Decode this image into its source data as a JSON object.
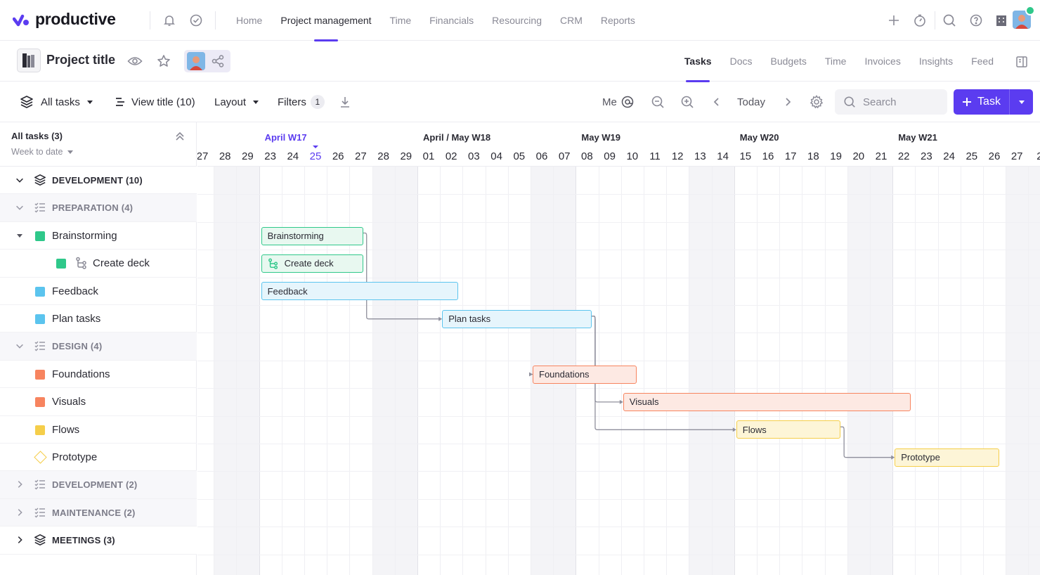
{
  "app": {
    "logo_text": "productive",
    "nav": [
      "Home",
      "Project management",
      "Time",
      "Financials",
      "Resourcing",
      "CRM",
      "Reports"
    ],
    "nav_active": "Project management",
    "top_icons": [
      "bell-icon",
      "check-circle-icon",
      "plus-icon",
      "timer-icon",
      "search-icon",
      "help-icon",
      "building-icon",
      "avatar"
    ]
  },
  "project": {
    "title": "Project title",
    "tabs": [
      "Tasks",
      "Docs",
      "Budgets",
      "Time",
      "Invoices",
      "Insights",
      "Feed"
    ],
    "active_tab": "Tasks"
  },
  "toolbar": {
    "all_tasks": "All tasks",
    "view_title": "View title (10)",
    "layout": "Layout",
    "filters": "Filters",
    "filters_count": "1",
    "me": "Me",
    "today": "Today",
    "search_placeholder": "Search",
    "task_button": "Task"
  },
  "left_panel": {
    "title": "All tasks (3)",
    "subtitle": "Week to date",
    "rows": [
      {
        "type": "group",
        "label": "DEVELOPMENT (10)",
        "expanded": true
      },
      {
        "type": "subgroup",
        "label": "PREPARATION (4)",
        "expanded": true
      },
      {
        "type": "task",
        "label": "Brainstorming",
        "color": "#2fc88a",
        "expanded": true
      },
      {
        "type": "subtask",
        "label": "Create deck",
        "color": "#2fc88a"
      },
      {
        "type": "task",
        "label": "Feedback",
        "color": "#5bc4ee"
      },
      {
        "type": "task",
        "label": "Plan tasks",
        "color": "#5bc4ee"
      },
      {
        "type": "subgroup",
        "label": "DESIGN (4)",
        "expanded": true
      },
      {
        "type": "task",
        "label": "Foundations",
        "color": "#f7845f"
      },
      {
        "type": "task",
        "label": "Visuals",
        "color": "#f7845f"
      },
      {
        "type": "task",
        "label": "Flows",
        "color": "#f5ce4a"
      },
      {
        "type": "milestone",
        "label": "Prototype",
        "color": "#f5ce4a"
      },
      {
        "type": "subgroup",
        "label": "DEVELOPMENT (2)",
        "expanded": false
      },
      {
        "type": "subgroup",
        "label": "MAINTENANCE (2)",
        "expanded": false
      },
      {
        "type": "group",
        "label": "MEETINGS (3)",
        "expanded": false
      }
    ]
  },
  "timeline": {
    "weeks": [
      {
        "label": "April W17",
        "start_day_index": 3,
        "current": true
      },
      {
        "label": "April / May W18",
        "start_day_index": 10
      },
      {
        "label": "May W19",
        "start_day_index": 17
      },
      {
        "label": "May W20",
        "start_day_index": 24
      },
      {
        "label": "May W21",
        "start_day_index": 31
      }
    ],
    "days": [
      "27",
      "28",
      "29",
      "23",
      "24",
      "25",
      "26",
      "27",
      "28",
      "29",
      "01",
      "02",
      "03",
      "04",
      "05",
      "06",
      "07",
      "08",
      "09",
      "10",
      "11",
      "12",
      "13",
      "14",
      "15",
      "16",
      "17",
      "18",
      "19",
      "20",
      "21",
      "22",
      "23",
      "24",
      "25",
      "26",
      "27",
      "2"
    ],
    "today_index": 5,
    "weekend_indices": [
      1,
      2,
      8,
      9,
      15,
      16,
      22,
      23,
      29,
      30,
      36,
      37
    ],
    "bars": [
      {
        "label": "Brainstorming",
        "row": 2,
        "start": 3,
        "end": 7.6,
        "color": "green"
      },
      {
        "label": "Create deck",
        "row": 3,
        "start": 3,
        "end": 7.6,
        "color": "green",
        "icon": "subtask-icon"
      },
      {
        "label": "Feedback",
        "row": 4,
        "start": 3,
        "end": 11.8,
        "color": "blue"
      },
      {
        "label": "Plan tasks",
        "row": 5,
        "start": 11,
        "end": 17.7,
        "color": "blue"
      },
      {
        "label": "Foundations",
        "row": 7,
        "start": 15,
        "end": 19.7,
        "color": "orange"
      },
      {
        "label": "Visuals",
        "row": 8,
        "start": 19,
        "end": 31.8,
        "color": "orange"
      },
      {
        "label": "Flows",
        "row": 9,
        "start": 24,
        "end": 28.7,
        "color": "yellow"
      },
      {
        "label": "Prototype",
        "row": 10,
        "start": 31,
        "end": 35.7,
        "color": "yellow"
      }
    ],
    "dependencies": [
      {
        "from": 0,
        "to": 3
      },
      {
        "from": 3,
        "to": 4
      },
      {
        "from": 3,
        "to": 5
      },
      {
        "from": 3,
        "to": 6
      },
      {
        "from": 6,
        "to": 7
      }
    ]
  }
}
